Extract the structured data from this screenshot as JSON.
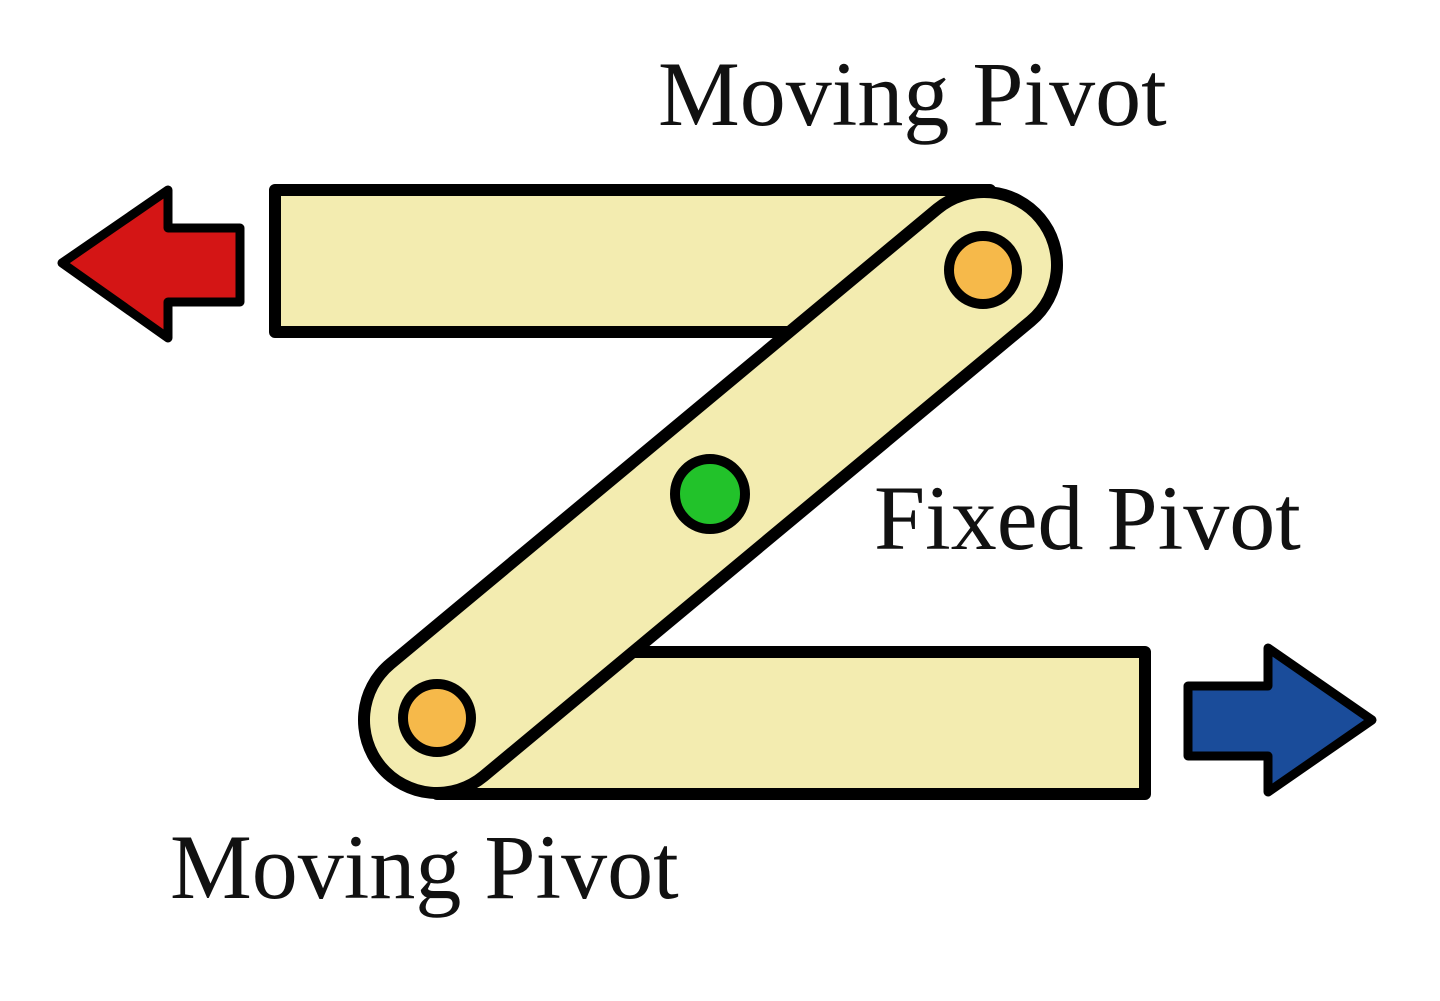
{
  "labels": {
    "moving_pivot_top": "Moving Pivot",
    "fixed_pivot": "Fixed Pivot",
    "moving_pivot_bottom": "Moving Pivot"
  },
  "colors": {
    "bar_fill": "#f3ecb0",
    "outline": "#000000",
    "moving_pivot": "#f6b94a",
    "fixed_pivot": "#22c22a",
    "arrow_left": "#d41515",
    "arrow_right": "#1a4c9a"
  },
  "icons": {
    "arrow_left": "arrow-left-icon",
    "arrow_right": "arrow-right-icon"
  }
}
